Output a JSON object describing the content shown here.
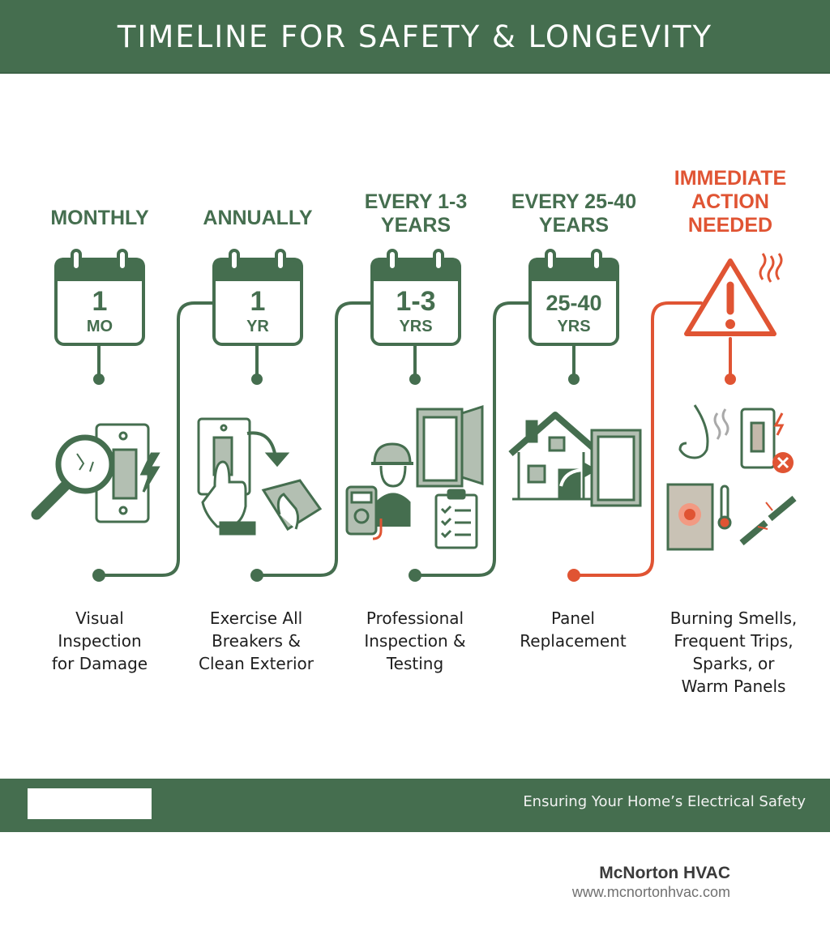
{
  "header": {
    "title": "TIMELINE FOR SAFETY & LONGEVITY"
  },
  "colors": {
    "primary_green": "#456e4f",
    "alert_orange": "#e05433",
    "light_fill": "#b3bfb2",
    "text_dark": "#1e1e1e"
  },
  "timeline": [
    {
      "heading": "MONTHLY",
      "cal_value": "1",
      "cal_unit": "MO",
      "icon": "magnifier-cracked-switch-icon",
      "description": "Visual Inspection for Damage",
      "desc_lines": [
        "Visual",
        "Inspection",
        "for Damage"
      ]
    },
    {
      "heading": "ANNUALLY",
      "cal_value": "1",
      "cal_unit": "YR",
      "icon": "hand-flip-switch-and-cloth-icon",
      "description": "Exercise All Breakers & Clean Exterior",
      "desc_lines": [
        "Exercise All",
        "Breakers &",
        "Clean Exterior"
      ]
    },
    {
      "heading": "EVERY 1-3 YEARS",
      "heading_lines": [
        "EVERY 1-3",
        "YEARS"
      ],
      "cal_value": "1-3",
      "cal_unit": "YRS",
      "icon": "electrician-multimeter-panel-checklist-icon",
      "description": "Professional Inspection & Testing",
      "desc_lines": [
        "Professional",
        "Inspection &",
        "Testing"
      ]
    },
    {
      "heading": "EVERY 25-40 YEARS",
      "heading_lines": [
        "EVERY 25-40",
        "YEARS"
      ],
      "cal_value": "25-40",
      "cal_unit": "YRS",
      "icon": "house-to-new-panel-icon",
      "description": "Panel Replacement",
      "desc_lines": [
        "Panel",
        "Replacement"
      ]
    },
    {
      "heading": "IMMEDIATE ACTION NEEDED",
      "heading_lines": [
        "IMMEDIATE",
        "ACTION",
        "NEEDED"
      ],
      "cal_value": null,
      "icon": "warning-triangle-icon",
      "icon_secondary": "burning-smell-tripped-switch-hot-panel-sparks-icon",
      "description": "Burning Smells, Frequent Trips, Sparks, or Warm Panels",
      "desc_lines": [
        "Burning Smells,",
        "Frequent Trips,",
        "Sparks, or",
        "Warm Panels"
      ]
    }
  ],
  "footer": {
    "tagline": "Ensuring Your Home’s Electrical Safety",
    "brand_name": "McNorton HVAC",
    "brand_url": "www.mcnortonhvac.com"
  }
}
